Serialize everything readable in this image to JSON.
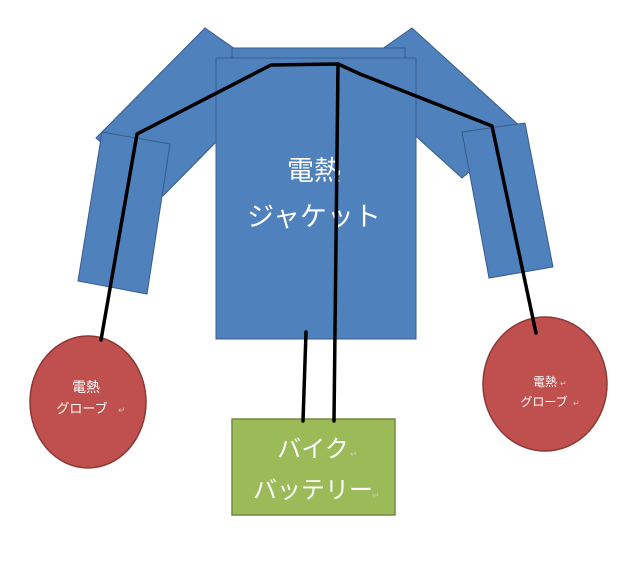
{
  "jacket": {
    "line1": "電熱",
    "line2": "ジャケット"
  },
  "glove_left": {
    "line1": "電熱",
    "line2": "グローブ"
  },
  "glove_right": {
    "line1": "電熱",
    "line2": "グローブ"
  },
  "battery": {
    "line1": "バイク",
    "line2": "バッテリー"
  },
  "colors": {
    "jacket_fill": "#4f81bd",
    "jacket_stroke": "#385d8a",
    "glove_fill": "#c0504d",
    "glove_stroke": "#8c3836",
    "battery_fill": "#9bbb59",
    "battery_stroke": "#71893f",
    "wire": "#000000",
    "text": "#ffffff"
  }
}
